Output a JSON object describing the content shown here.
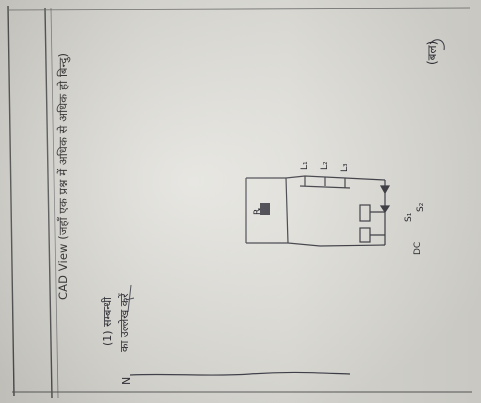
{
  "page": {
    "header_caption": "CAD View (जहाँ एक प्रश्न में अधिक से अधिक हो बिन्दु)",
    "question_line": "(1) सम्बन्धी",
    "question_sub": "का उल्लेख करें",
    "side_number": "N",
    "top_note": "(बल)"
  },
  "circuit": {
    "labels": {
      "top_resistor": "R",
      "load_1": "L₁",
      "load_2": "L₂",
      "load_3": "L₃",
      "switch_1": "S₁",
      "switch_2": "S₂",
      "source": "DC"
    }
  }
}
